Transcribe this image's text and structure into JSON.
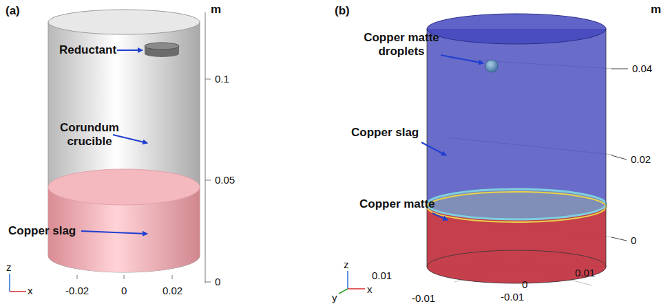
{
  "diagram": {
    "labels": [
      "(a)",
      "Reductant",
      "Corundum crucible",
      "Copper slag",
      "m",
      "0.1",
      "0.05",
      "0",
      "-0.02",
      "0",
      "0.02",
      "z",
      "x",
      "(b)",
      "Copper matte droplets",
      "Copper slag",
      "Copper matte",
      "m",
      "0.04",
      "0.02",
      "0",
      "0.01",
      "-0.01",
      "-0.01",
      "0",
      "0.01",
      "z",
      "y",
      "x"
    ]
  }
}
